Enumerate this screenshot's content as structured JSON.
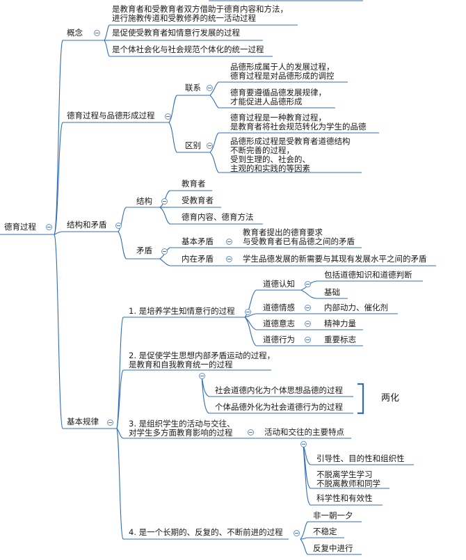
{
  "root": "德育过程",
  "nodes": {
    "concept": "概念",
    "concept_1a": "是教育者和受教育者双方借助于德育内容和方法，",
    "concept_1b": "进行施教传道和受教修养的统一活动过程",
    "concept_2": "是促使受教育者知情意行发展的过程",
    "concept_3": "是个体社会化与社会规范个体化的统一过程",
    "relation": "德育过程与品德形成过程",
    "link": "联系",
    "link_1a": "品德形成属于人的发展过程，",
    "link_1b": "德育过程是对品德形成的调控",
    "link_2a": "德育要遵循品德发展规律，",
    "link_2b": "才能促进人品德形成",
    "diff": "区别",
    "diff_1a": "德育过程是一种教育过程，",
    "diff_1b": "是教育者将社会规范转化为学生的品德",
    "diff_2a": "品德形成过程是受教育者道德结构",
    "diff_2b": "不断完善的过程，",
    "diff_2c": "受到生理的、社会的、",
    "diff_2d": "主观的和实践的等因素",
    "struct_contra": "结构和矛盾",
    "struct": "结构",
    "struct_1": "教育者",
    "struct_2": "受教育者",
    "struct_3": "德育内容、德育方法",
    "contra": "矛盾",
    "basic_contra": "基本矛盾",
    "basic_contra_a": "教育者提出的德育要求",
    "basic_contra_b": "与受教育者已有品德之间的矛盾",
    "inner_contra": "内在矛盾",
    "inner_contra_1": "学生品德发展的新需要与其现有发展水平之间的矛盾",
    "laws": "基本规律",
    "law1": "1. 是培养学生知情意行的过程",
    "cog": "道德认知",
    "cog_1": "包括道德知识和道德判断",
    "cog_2": "基础",
    "emo": "道德情感",
    "emo_1": "内部动力、催化剂",
    "will": "道德意志",
    "will_1": "精神力量",
    "act": "道德行为",
    "act_1": "重要标志",
    "law2a": "2. 是促使学生思想内部矛盾运动的过程，",
    "law2b": "是教育和自我教育统一的过程",
    "law2_1": "社会道德内化为个体思想品德的过程",
    "law2_2": "个体品德外化为社会道德行为的过程",
    "law2_brace": "两化",
    "law3a": "3. 是组织学生的活动与交往、",
    "law3b": "对学生多方面教育影响的过程",
    "law3_c": "活动和交往的主要特点",
    "law3_c1": "引导性、目的性和组织性",
    "law3_c2a": "不脱离学生学习",
    "law3_c2b": "不脱离教师和同学",
    "law3_c3": "科学性和有效性",
    "law4": "4. 是一个长期的、反复的、不断前进的过程",
    "law4_1": "非一朝一夕",
    "law4_2": "不稳定",
    "law4_3": "反复中进行"
  },
  "colors": {
    "line": "#2f6cb5",
    "brace": "#2f6cb5",
    "toggle": "#6a8fc7"
  }
}
